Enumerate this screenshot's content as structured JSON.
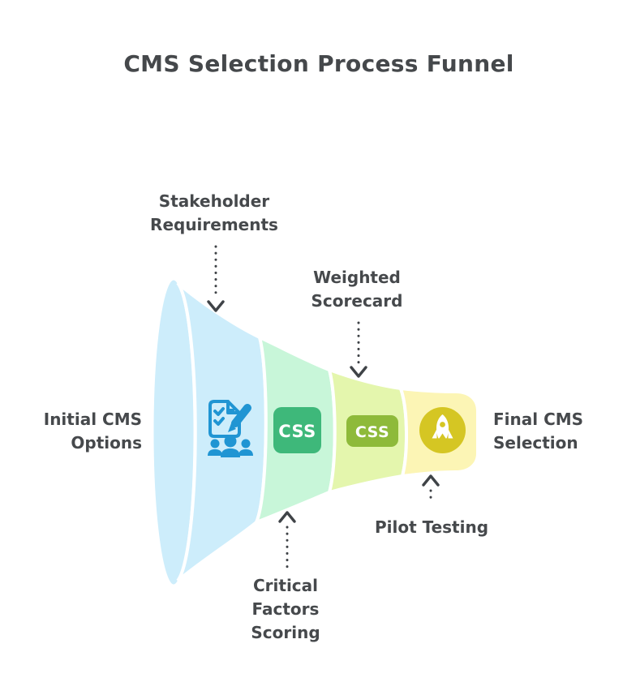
{
  "title": "CMS Selection Process Funnel",
  "colors": {
    "title_text": "#45484b",
    "label_text": "#46494c",
    "arrow": "#3f4347",
    "background": "#ffffff",
    "stage_initial_fill": "#cdedfb",
    "stage_critical_fill": "#c8f6d9",
    "stage_weighted_fill": "#e4f6ad",
    "stage_pilot_fill": "#fcf5b5",
    "doc_icon_blue": "#2095d3",
    "css_badge_green": "#3eb87a",
    "css_badge_olive": "#8eba3a",
    "rocket_badge_yellow": "#d5c623",
    "icon_glyph_white": "#ffffff"
  },
  "labels": {
    "stakeholder_requirements": "Stakeholder\nRequirements",
    "weighted_scorecard": "Weighted\nScorecard",
    "critical_factors_scoring": "Critical\nFactors\nScoring",
    "pilot_testing": "Pilot Testing",
    "initial_cms_options": "Initial CMS\nOptions",
    "final_cms_selection": "Final CMS\nSelection"
  },
  "badges": {
    "css_badge_1": "CSS",
    "css_badge_2": "CSS"
  },
  "funnel": {
    "stages": [
      {
        "name": "initial-cms-options",
        "annotation": "Stakeholder Requirements",
        "icon": "stakeholder-checklist-icon"
      },
      {
        "name": "critical-factors-scoring",
        "annotation": "Critical Factors Scoring",
        "icon": "css-badge"
      },
      {
        "name": "weighted-scorecard",
        "annotation": "Weighted Scorecard",
        "icon": "css-badge"
      },
      {
        "name": "pilot-testing",
        "annotation": "Pilot Testing",
        "icon": "rocket-icon"
      }
    ]
  }
}
